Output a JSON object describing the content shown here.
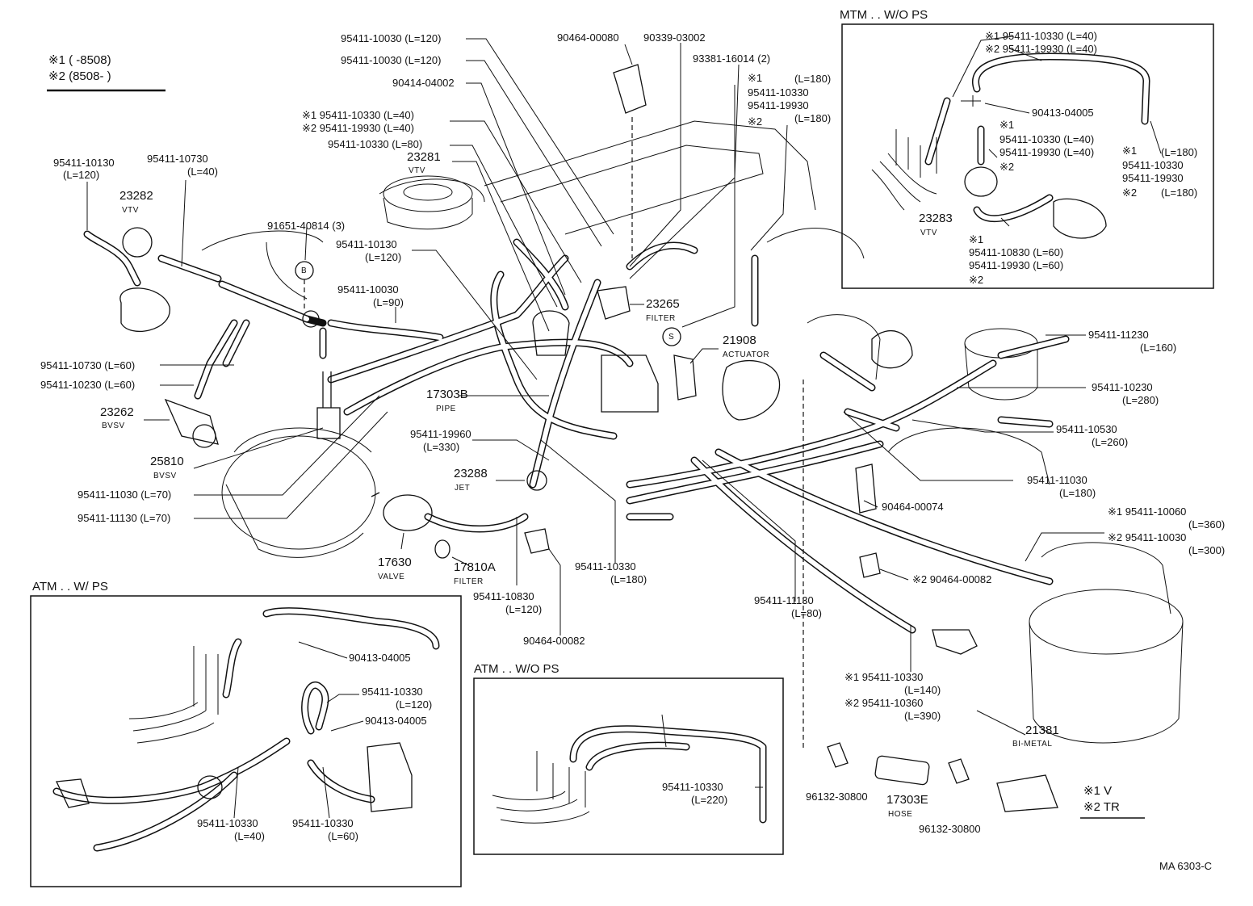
{
  "legend_top": {
    "line1": "※1 (     -8508)",
    "line2": "※2 (8508-     )"
  },
  "legend_bottom": {
    "line1": "※1 V",
    "line2": "※2 TR"
  },
  "drawing_id": "MA 6303-C",
  "insets": {
    "mtm": "MTM . . W/O PS",
    "atm_ps": "ATM . . W/ PS",
    "atm_nops": "ATM . . W/O PS"
  },
  "labels": {
    "p95411_10030_120_a": "95411-10030 (L=120)",
    "p95411_10030_120_b": "95411-10030 (L=120)",
    "p90414_04002": "90414-04002",
    "p95411_10330_40_v1": "※1 95411-10330 (L=40)",
    "p95411_19930_40_v2": "※2 95411-19930 (L=40)",
    "p95411_10330_80": "95411-10330 (L=80)",
    "p23281": "23281",
    "p23281_sub": "VTV",
    "p90464_00080": "90464-00080",
    "p90339_03002": "90339-03002",
    "p93381_16014": "93381-16014 (2)",
    "p_r_v1": "※1",
    "p_r_l180": "(L=180)",
    "p_r_10330": "95411-10330",
    "p_r_19930": "95411-19930",
    "p_r_l180b": "(L=180)",
    "p_r_v2": "※2",
    "p95411_10130_a": "95411-10130",
    "p95411_10130_a_l": "(L=120)",
    "p95411_10730_a": "95411-10730",
    "p95411_10730_a_l": "(L=40)",
    "p23282": "23282",
    "p23282_sub": "VTV",
    "p91651": "91651-40814 (3)",
    "pB": "B",
    "p95411_10130_b": "95411-10130",
    "p95411_10130_b_l": "(L=120)",
    "p95411_10030_90": "95411-10030",
    "p95411_10030_90_l": "(L=90)",
    "p23265": "23265",
    "p23265_sub": "FILTER",
    "pS": "S",
    "p21908": "21908",
    "p21908_sub": "ACTUATOR",
    "p95411_10730_60": "95411-10730 (L=60)",
    "p95411_10230_60": "95411-10230 (L=60)",
    "p23262": "23262",
    "p23262_sub": "BVSV",
    "p17303B": "17303B",
    "p17303B_sub": "PIPE",
    "p95411_19960": "95411-19960",
    "p95411_19960_l": "(L=330)",
    "p25810": "25810",
    "p25810_sub": "BVSV",
    "p23288": "23288",
    "p23288_sub": "JET",
    "p95411_11030_70": "95411-11030 (L=70)",
    "p95411_11130_70": "95411-11130 (L=70)",
    "p17630": "17630",
    "p17630_sub": "VALVE",
    "p17810A": "17810A",
    "p17810A_sub": "FILTER",
    "p95411_10830_120": "95411-10830",
    "p95411_10830_120_l": "(L=120)",
    "p95411_10330_180": "95411-10330",
    "p95411_10330_180_l": "(L=180)",
    "p90464_00082_a": "90464-00082",
    "p95411_11230": "95411-11230",
    "p95411_11230_l": "(L=160)",
    "p95411_10230_280": "95411-10230",
    "p95411_10230_280_l": "(L=280)",
    "p95411_10530": "95411-10530",
    "p95411_10530_l": "(L=260)",
    "p95411_11030_180": "95411-11030",
    "p95411_11030_180_l": "(L=180)",
    "p90464_00074": "90464-00074",
    "p_br_10060": "※1 95411-10060",
    "p_br_10060_l": "(L=360)",
    "p_br_10030": "※2 95411-10030",
    "p_br_10030_l": "(L=300)",
    "p_br_00082": "※2 90464-00082",
    "p95411_11130_80": "95411-11130",
    "p95411_11130_80_l": "(L=80)",
    "p_br_10330_140": "※1 95411-10330",
    "p_br_10330_140_l": "(L=140)",
    "p_br_10360": "※2 95411-10360",
    "p_br_10360_l": "(L=390)",
    "p21381": "21381",
    "p21381_sub": "BI-METAL",
    "p96132_a": "96132-30800",
    "p17303E": "17303E",
    "p17303E_sub": "HOSE",
    "p96132_b": "96132-30800",
    "m_10330_40": "※1 95411-10330 (L=40)",
    "m_19930_40": "※2 95411-19930 (L=40)",
    "m_04005": "90413-04005",
    "m_v1b": "※1",
    "m_10330_40b": "95411-10330 (L=40)",
    "m_19930_40b": "95411-19930 (L=40)",
    "m_v2b": "※2",
    "m_r_v1": "※1",
    "m_r_l180": "(L=180)",
    "m_r_10330": "95411-10330",
    "m_r_19930": "95411-19930",
    "m_r_v2": "※2",
    "m_r_l180b": "(L=180)",
    "m_23283": "23283",
    "m_23283_sub": "VTV",
    "m_v1c": "※1",
    "m_10830": "95411-10830 (L=60)",
    "m_19930_60": "95411-19930 (L=60)",
    "m_v2c": "※2",
    "a_04005_a": "90413-04005",
    "a_10330_120": "95411-10330",
    "a_10330_120_l": "(L=120)",
    "a_04005_b": "90413-04005",
    "a_10330_40": "95411-10330",
    "a_10330_40_l": "(L=40)",
    "a_10330_60": "95411-10330",
    "a_10330_60_l": "(L=60)",
    "n_10330_220": "95411-10330",
    "n_10330_220_l": "(L=220)"
  }
}
